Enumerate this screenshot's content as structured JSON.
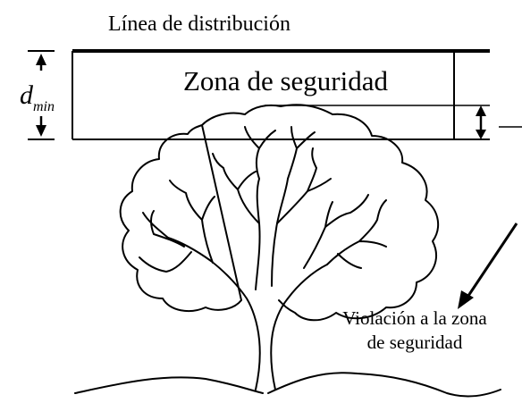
{
  "diagram": {
    "line_title": "Línea de distribución",
    "zone_label": "Zona de seguridad",
    "dmin_symbol": "d",
    "dmin_subscript": "min",
    "violation_line1": "Violación a la zona",
    "violation_line2": "de seguridad"
  },
  "colors": {
    "ink": "#000000",
    "background": "#ffffff"
  }
}
